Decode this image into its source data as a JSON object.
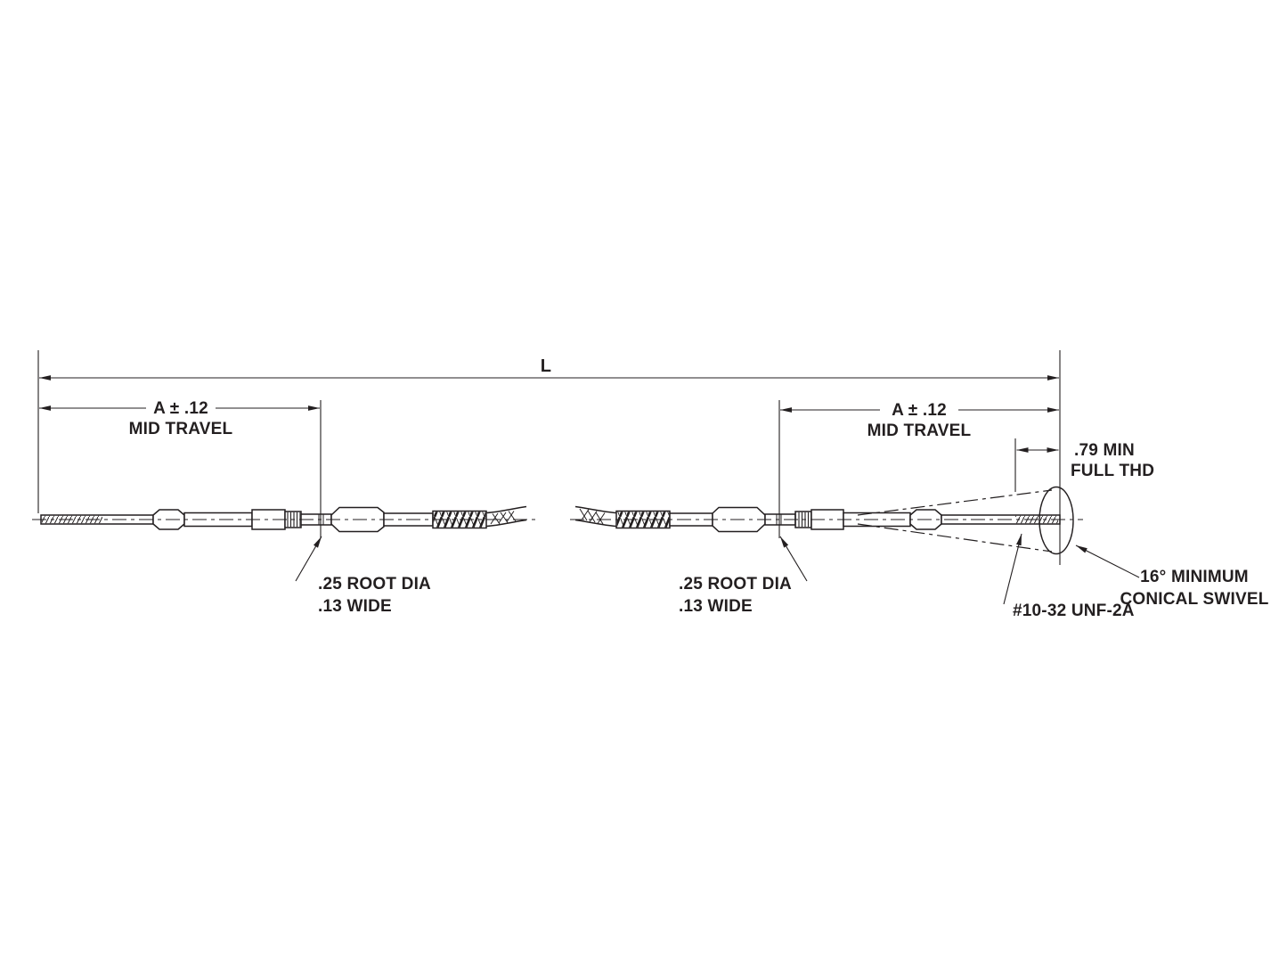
{
  "drawing": {
    "overall_length_label": "L",
    "left_dim": {
      "value": "A ± .12",
      "caption": "MID TRAVEL"
    },
    "right_dim": {
      "value": "A ± .12",
      "caption": "MID TRAVEL"
    },
    "full_thread_dim": {
      "line1": ".79 MIN",
      "line2": "FULL THD"
    },
    "left_groove_note": {
      "line1": ".25 ROOT DIA",
      "line2": ".13 WIDE"
    },
    "right_groove_note": {
      "line1": ".25 ROOT DIA",
      "line2": ".13 WIDE"
    },
    "thread_spec_note": "#10-32 UNF-2A",
    "swivel_note": {
      "line1": "16° MINIMUM",
      "line2": "CONICAL SWIVEL"
    },
    "ink_color": "#231f20",
    "background_color": "#ffffff"
  }
}
